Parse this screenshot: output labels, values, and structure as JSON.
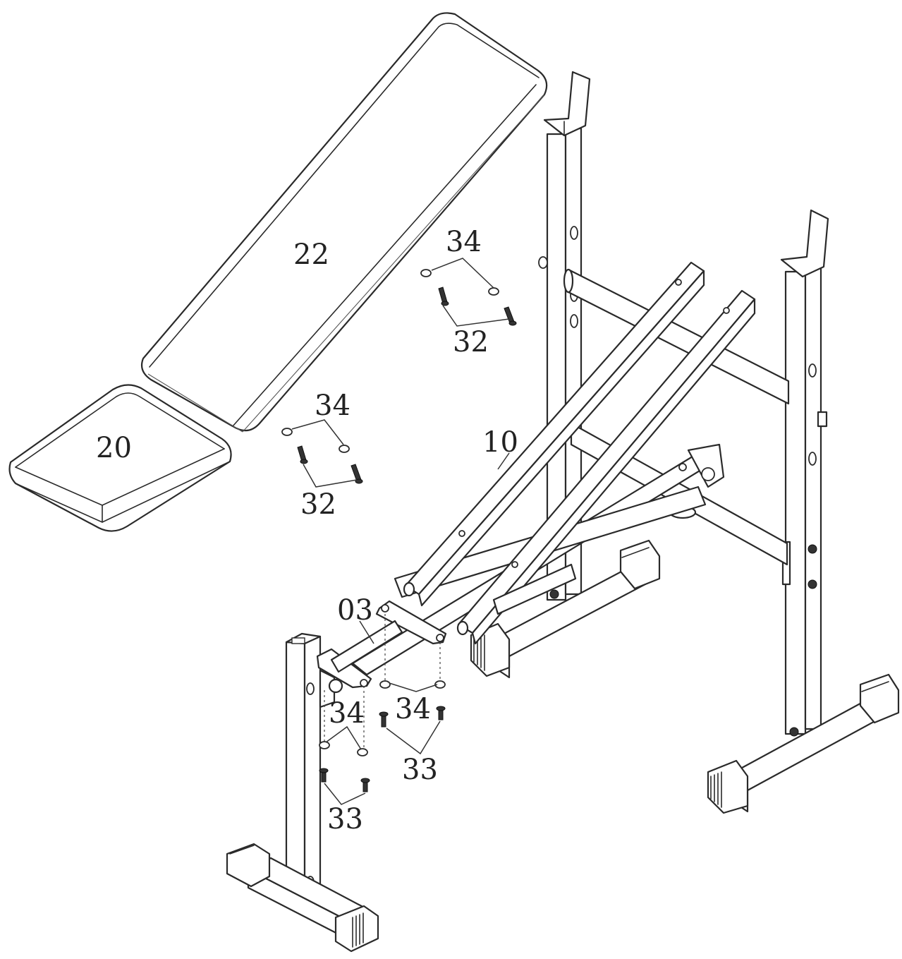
{
  "figure": {
    "labels": {
      "seat_cushion": "20",
      "backrest_pad": "22",
      "frame": "10",
      "front_bracket": "03",
      "washer_top_right": "34",
      "bolt_top_right": "32",
      "washer_mid_left": "34",
      "bolt_mid_left": "32",
      "washer_bottom_left": "34",
      "bolt_bottom_left": "33",
      "washer_bottom_center": "34",
      "bolt_bottom_center": "33"
    }
  }
}
